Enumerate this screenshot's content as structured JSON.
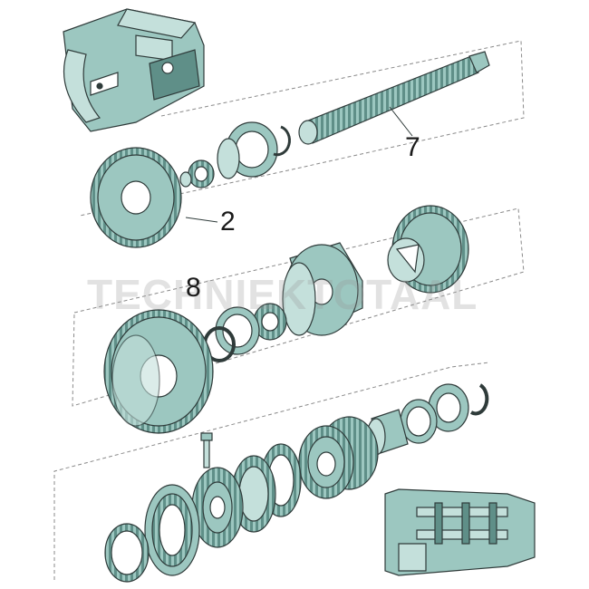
{
  "callouts": {
    "shaft_number": "7",
    "gear_number": "2",
    "assembly_number": "8"
  },
  "watermark": "TECHNIEKTOTAAL",
  "colors": {
    "part_fill": "#9cc7c0",
    "part_light": "#c4e0db",
    "part_dark": "#5f8f88",
    "outline": "#2f3b3a",
    "dashed_frame": "#8a8a8a"
  }
}
